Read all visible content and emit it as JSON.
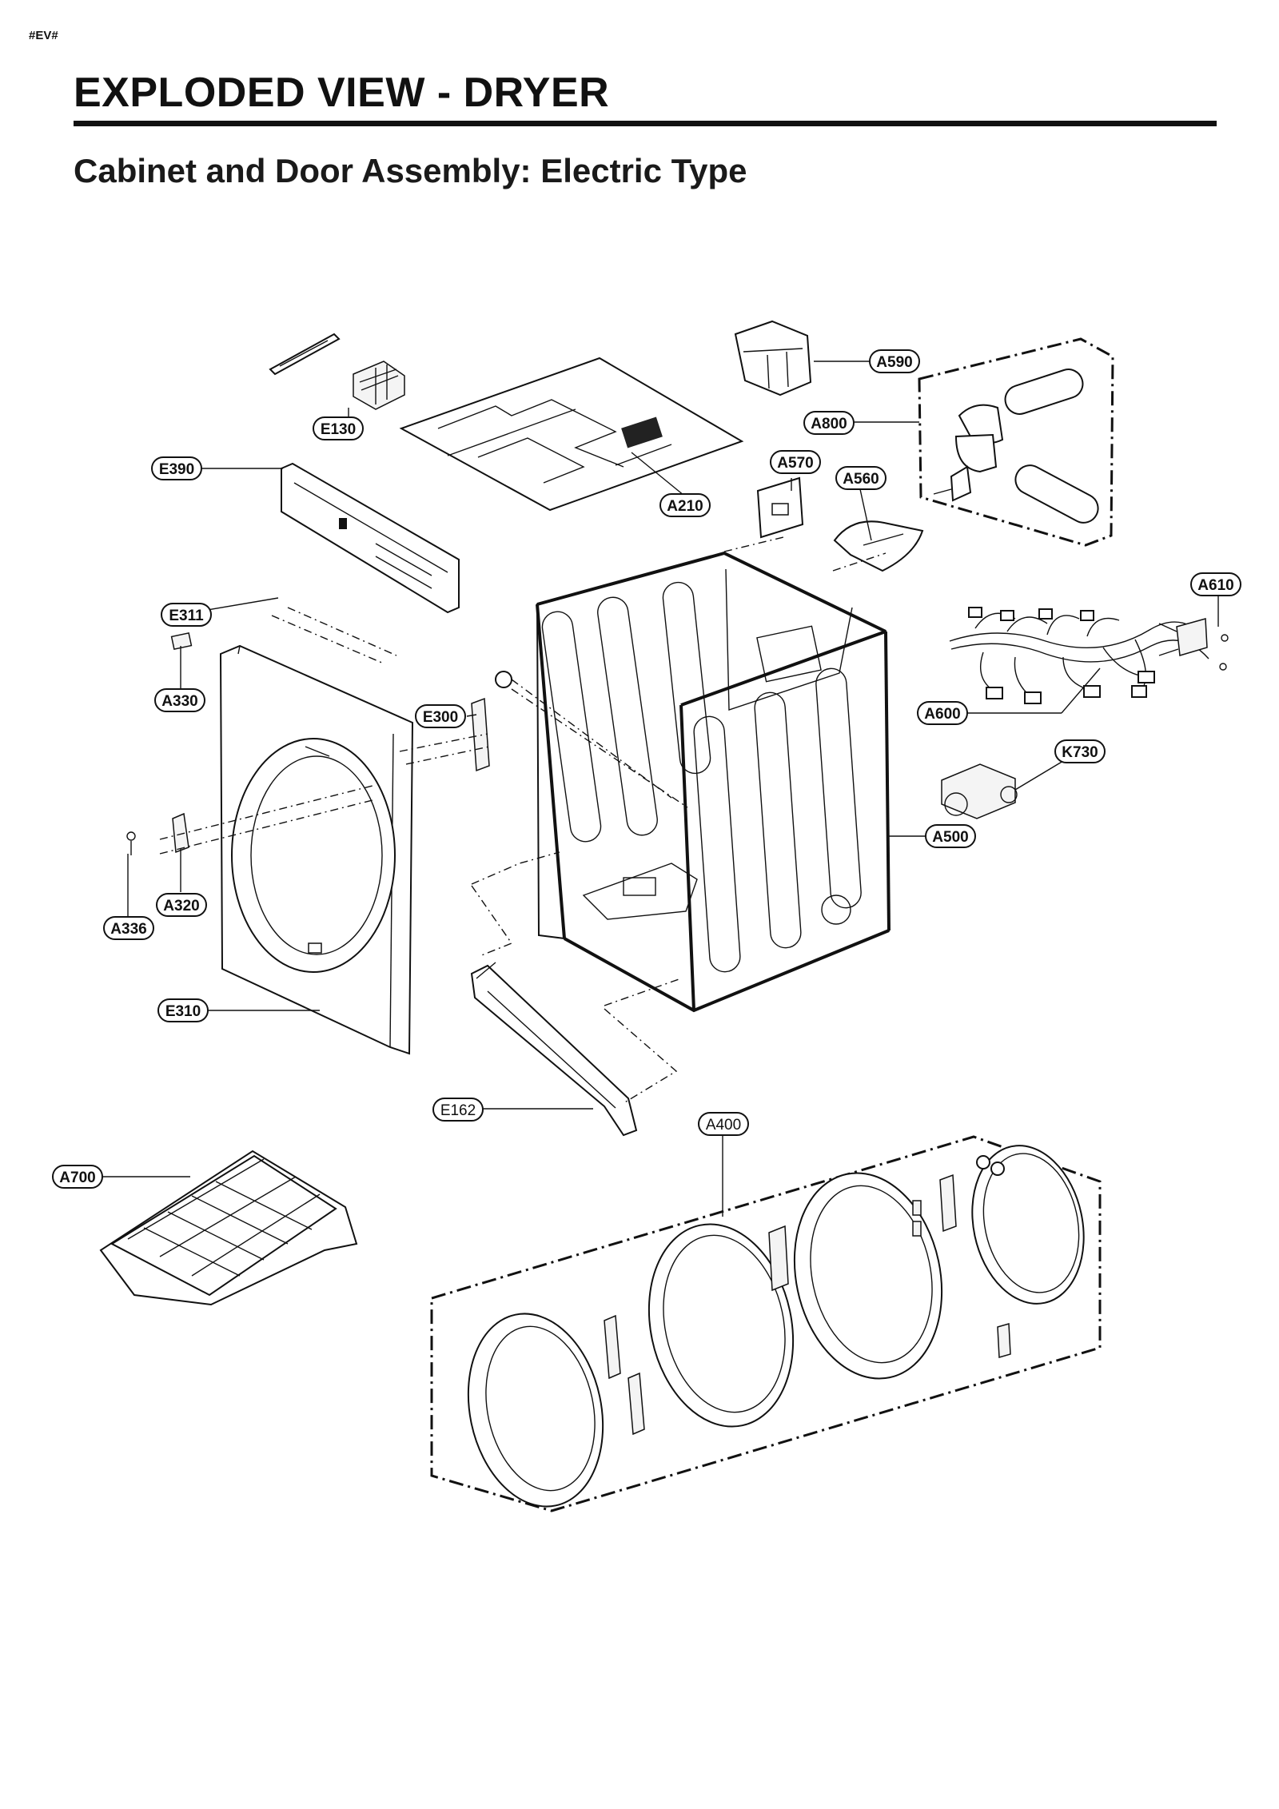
{
  "header": {
    "tag": "#EV#",
    "title": "EXPLODED VIEW - DRYER",
    "subtitle": "Cabinet and Door Assembly: Electric Type"
  },
  "callouts": [
    {
      "id": "a590",
      "text": "A590"
    },
    {
      "id": "a800",
      "text": "A800"
    },
    {
      "id": "e130",
      "text": "E130"
    },
    {
      "id": "e390",
      "text": "E390"
    },
    {
      "id": "a570",
      "text": "A570"
    },
    {
      "id": "a560",
      "text": "A560"
    },
    {
      "id": "a210",
      "text": "A210"
    },
    {
      "id": "a610",
      "text": "A610"
    },
    {
      "id": "e311",
      "text": "E311"
    },
    {
      "id": "a330",
      "text": "A330"
    },
    {
      "id": "e300",
      "text": "E300"
    },
    {
      "id": "a600",
      "text": "A600"
    },
    {
      "id": "k730",
      "text": "K730"
    },
    {
      "id": "a500",
      "text": "A500"
    },
    {
      "id": "a320",
      "text": "A320"
    },
    {
      "id": "a336",
      "text": "A336"
    },
    {
      "id": "e310",
      "text": "E310"
    },
    {
      "id": "e162",
      "text": "E162"
    },
    {
      "id": "a400",
      "text": "A400"
    },
    {
      "id": "a700",
      "text": "A700"
    }
  ]
}
